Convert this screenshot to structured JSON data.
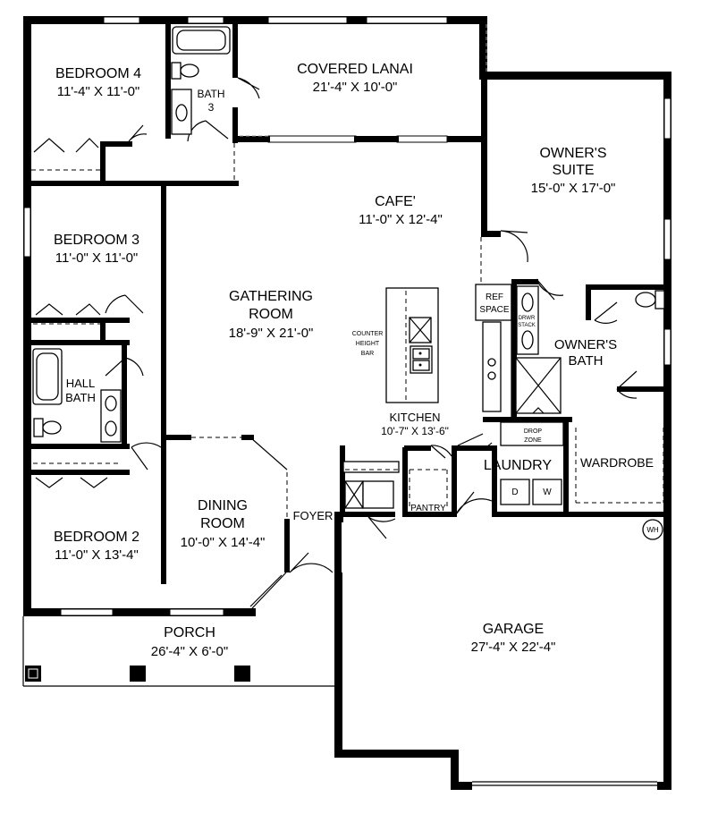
{
  "rooms": {
    "bedroom4": {
      "name": "BEDROOM 4",
      "dim": "11'-4\" X 11'-0\""
    },
    "bath3": {
      "name": "BATH",
      "num": "3"
    },
    "lanai": {
      "name": "COVERED LANAI",
      "dim": "21'-4\" X 10'-0\""
    },
    "owners_suite": {
      "name1": "OWNER'S",
      "name2": "SUITE",
      "dim": "15'-0\" X 17'-0\""
    },
    "cafe": {
      "name": "CAFE'",
      "dim": "11'-0\" X 12'-4\""
    },
    "bedroom3": {
      "name": "BEDROOM 3",
      "dim": "11'-0\" X 11'-0\""
    },
    "gathering": {
      "name1": "GATHERING",
      "name2": "ROOM",
      "dim": "18'-9\" X 21'-0\""
    },
    "counter": {
      "l1": "COUNTER",
      "l2": "HEIGHT",
      "l3": "BAR"
    },
    "ref": {
      "l1": "REF",
      "l2": "SPACE"
    },
    "drwr": {
      "l1": "DRWR",
      "l2": "STACK"
    },
    "owners_bath": {
      "name1": "OWNER'S",
      "name2": "BATH"
    },
    "hall_bath": {
      "name1": "HALL",
      "name2": "BATH"
    },
    "kitchen": {
      "name": "KITCHEN",
      "dim": "10'-7\" X 13'-6\""
    },
    "drop_zone": {
      "l1": "DROP",
      "l2": "ZONE"
    },
    "laundry": {
      "name": "LAUNDRY",
      "d": "D",
      "w": "W"
    },
    "wardrobe": {
      "name": "WARDROBE"
    },
    "dining": {
      "name1": "DINING",
      "name2": "ROOM",
      "dim": "10'-0\" X 14'-4\""
    },
    "foyer": {
      "name": "FOYER"
    },
    "pantry": {
      "name": "PANTRY"
    },
    "wh": {
      "name": "WH"
    },
    "bedroom2": {
      "name": "BEDROOM 2",
      "dim": "11'-0\" X 13'-4\""
    },
    "porch": {
      "name": "PORCH",
      "dim": "26'-4\" X 6'-0\""
    },
    "garage": {
      "name": "GARAGE",
      "dim": "27'-4\" X 22'-4\""
    }
  }
}
